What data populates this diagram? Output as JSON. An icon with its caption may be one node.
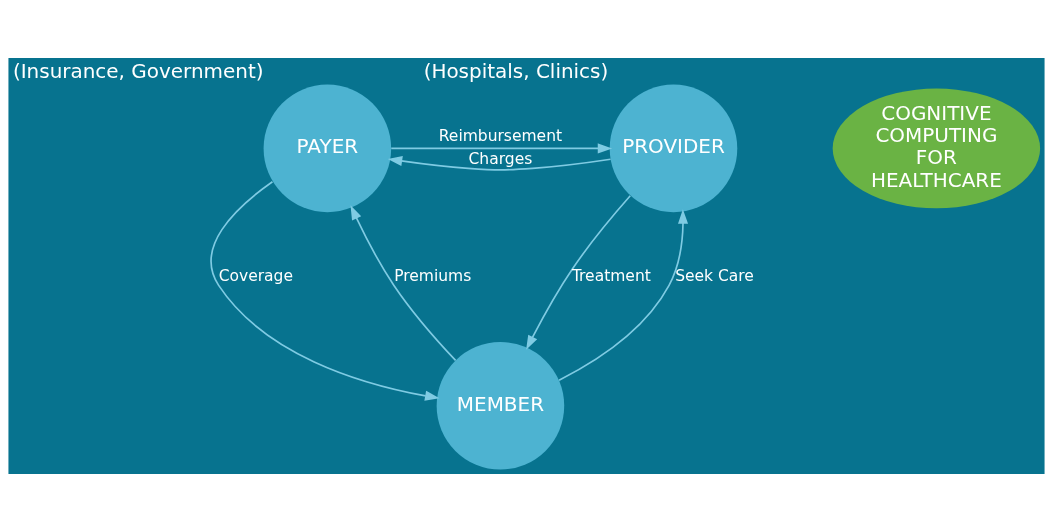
{
  "diagram": {
    "nodes": [
      {
        "text": [
          "PAYER"
        ],
        "beside": [
          "(Insurance, Government)"
        ]
      },
      {
        "text": [
          "PROVIDER"
        ],
        "beside": [
          "(Hospitals, Clinics)"
        ]
      },
      {
        "text": [
          "COGNITIVE COMPUTING FOR HEALTHCARE"
        ]
      },
      {
        "text": [
          "MEMBER"
        ]
      }
    ],
    "edges": [
      {
        "from": 0,
        "to": 1,
        "arrow": "to",
        "label": "Reimbursement"
      },
      {
        "from": 1,
        "to": 0,
        "arrow": "to",
        "label": "Charges"
      },
      {
        "from": 0,
        "to": 3,
        "arrow": "to",
        "label": "Coverage"
      },
      {
        "from": 3,
        "to": 0,
        "arrow": "to",
        "label": "Premiums"
      },
      {
        "from": 1,
        "to": 3,
        "arrow": "to",
        "label": "Treatment"
      },
      {
        "from": 3,
        "to": 1,
        "arrow": "to",
        "label": "Seek Care"
      }
    ]
  }
}
